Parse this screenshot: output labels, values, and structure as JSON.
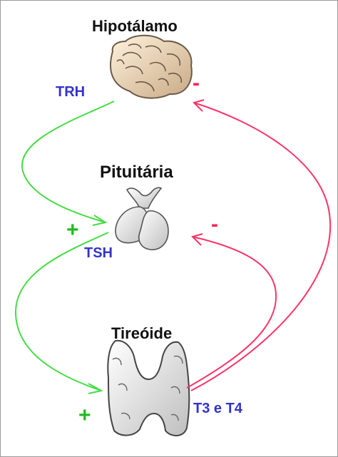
{
  "organs": {
    "hypothalamus": "Hipotálamo",
    "pituitary": "Pituitária",
    "thyroid": "Tireóide"
  },
  "hormones": {
    "trh": "TRH",
    "tsh": "TSH",
    "t3_t4": "T3 e T4"
  },
  "signs": {
    "inhibit_hypothalamus": "-",
    "inhibit_pituitary": "-",
    "stimulate_pituitary": "+",
    "stimulate_thyroid": "+"
  },
  "colors": {
    "stimulation": "#44dd44",
    "inhibition": "#ff3366",
    "hormone_text": "#3333cc",
    "organ_text": "#111111",
    "plus_sign": "#22bb22",
    "minus_sign": "#ff2255"
  },
  "icons": [
    "brain-icon",
    "pituitary-gland-icon",
    "thyroid-gland-icon"
  ]
}
